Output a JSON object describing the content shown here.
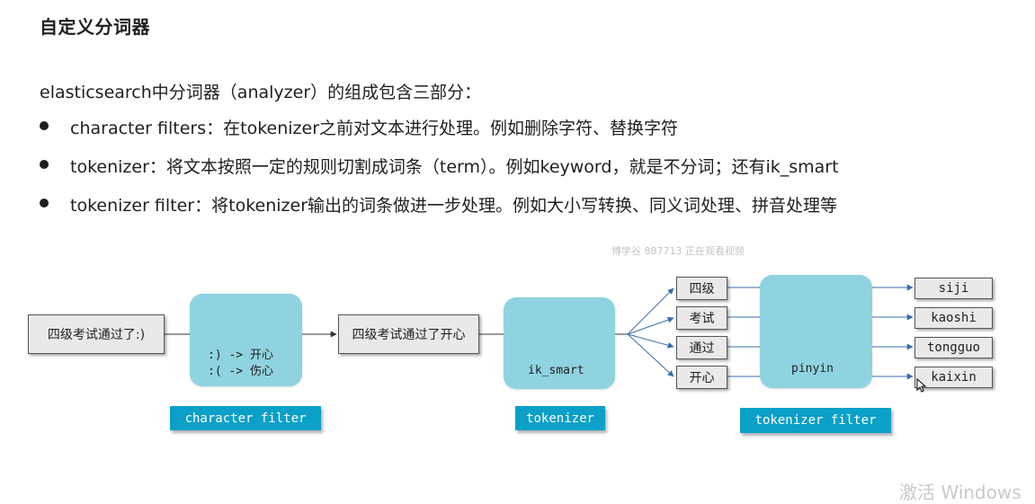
{
  "title": "自定义分词器",
  "intro": "elasticsearch中分词器（analyzer）的组成包含三部分：",
  "bullets": [
    "character filters：在tokenizer之前对文本进行处理。例如删除字符、替换字符",
    "tokenizer：将文本按照一定的规则切割成词条（term）。例如keyword，就是不分词；还有ik_smart",
    "tokenizer filter：将tokenizer输出的词条做进一步处理。例如大小写转换、同义词处理、拼音处理等"
  ],
  "watermark": "博学谷 887713 正在观看视频",
  "windows_watermark": "激活 Windows",
  "diagram": {
    "input_text": "四级考试通过了:)",
    "char_filter_rules": [
      ":) -> 开心",
      ":( -> 伤心"
    ],
    "char_filter_label": "character filter",
    "intermediate_text": "四级考试通过了开心",
    "tokenizer_name": "ik_smart",
    "tokenizer_label": "tokenizer",
    "tokens": [
      "四级",
      "考试",
      "通过",
      "开心"
    ],
    "token_filter_name": "pinyin",
    "token_filter_label": "tokenizer filter",
    "outputs": [
      "siji",
      "kaoshi",
      "tongguo",
      "kaixin"
    ],
    "colors": {
      "block": "#8fd3e0",
      "label": "#0aa0c8",
      "arrow_dark": "#333333",
      "arrow_blue": "#3a6ea8"
    }
  }
}
